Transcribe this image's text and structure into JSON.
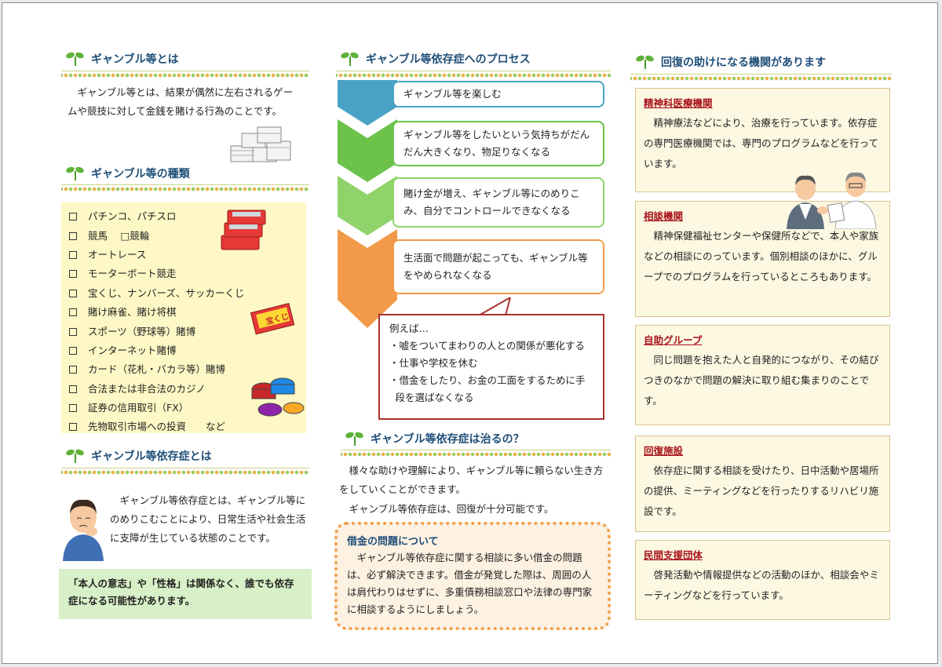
{
  "left": {
    "about": {
      "heading": "ギャンブル等とは",
      "text": "ギャンブル等とは、結果が偶然に左右されるゲームや競技に対して金銭を賭ける行為のことです。"
    },
    "types": {
      "heading": "ギャンブル等の種類",
      "items": [
        "パチンコ、パチスロ",
        "競馬　 □競輪",
        "オートレース",
        "モーターボート競走",
        "宝くじ、ナンバーズ、サッカーくじ",
        "賭け麻雀、賭け将棋",
        "スポーツ（野球等）賭博",
        "インターネット賭博",
        "カード（花札・バカラ等）賭博",
        "合法または非合法のカジノ",
        "証券の信用取引（FX）",
        "先物取引市場への投資　　など"
      ]
    },
    "dependence": {
      "heading": "ギャンブル等依存症とは",
      "text": "ギャンブル等依存症とは、ギャンブル等にのめりこむことにより、日常生活や社会生活に支障が生じている状態のことです。",
      "note": "「本人の意志」や「性格」は関係なく、誰でも依存症になる可能性があります。"
    }
  },
  "middle": {
    "process": {
      "heading": "ギャンブル等依存症へのプロセス",
      "steps": [
        "ギャンブル等を楽しむ",
        "ギャンブル等をしたいという気持ちがだんだん大きくなり、物足りなくなる",
        "賭け金が増え、ギャンブル等にのめりこみ、自分でコントロールできなくなる",
        "生活面で問題が起こっても、ギャンブル等をやめられなくなる"
      ],
      "example_title": "例えば…",
      "examples": [
        "・嘘をついてまわりの人との関係が悪化する",
        "・仕事や学校を休む",
        "・借金をしたり、お金の工面をするために手段を選ばなくなる"
      ]
    },
    "cure": {
      "heading": "ギャンブル等依存症は治るの？",
      "text1": "様々な助けや理解により、ギャンブル等に頼らない生き方をしていくことができます。",
      "text2": "ギャンブル等依存症は、回復が十分可能です。",
      "debt_title": "借金の問題について",
      "debt_text": "ギャンブル等依存症に関する相談に多い借金の問題は、必ず解決できます。借金が発覚した際は、周囲の人は肩代わりはせずに、多重債務相談窓口や法律の専門家に相談するようにしましょう。"
    }
  },
  "right": {
    "heading": "回復の助けになる機関があります",
    "orgs": [
      {
        "title": "精神科医療機関",
        "text": "精神療法などにより、治療を行っています。依存症の専門医療機関では、専門のプログラムなどを行っています。"
      },
      {
        "title": "相談機関",
        "text": "精神保健福祉センターや保健所などで、本人や家族などの相談にのっています。個別相談のほかに、グループでのプログラムを行っているところもあります。"
      },
      {
        "title": "自助グループ",
        "text": "同じ問題を抱えた人と自発的につながり、その結びつきのなかで問題の解決に取り組む集まりのことです。"
      },
      {
        "title": "回復施設",
        "text": "依存症に関する相談を受けたり、日中活動や居場所の提供、ミーティングなどを行ったりするリハビリ施設です。"
      },
      {
        "title": "民間支援団体",
        "text": "啓発活動や情報提供などの活動のほか、相談会やミーティングなどを行っています。"
      }
    ]
  },
  "colors": {
    "heading": "#1f4e78",
    "step1": "#4aa3c5",
    "step2": "#6cc24a",
    "step3": "#8fd36a",
    "step4": "#f29a4a",
    "bubble_border": "#a8322e",
    "org_title": "#a7131b"
  }
}
